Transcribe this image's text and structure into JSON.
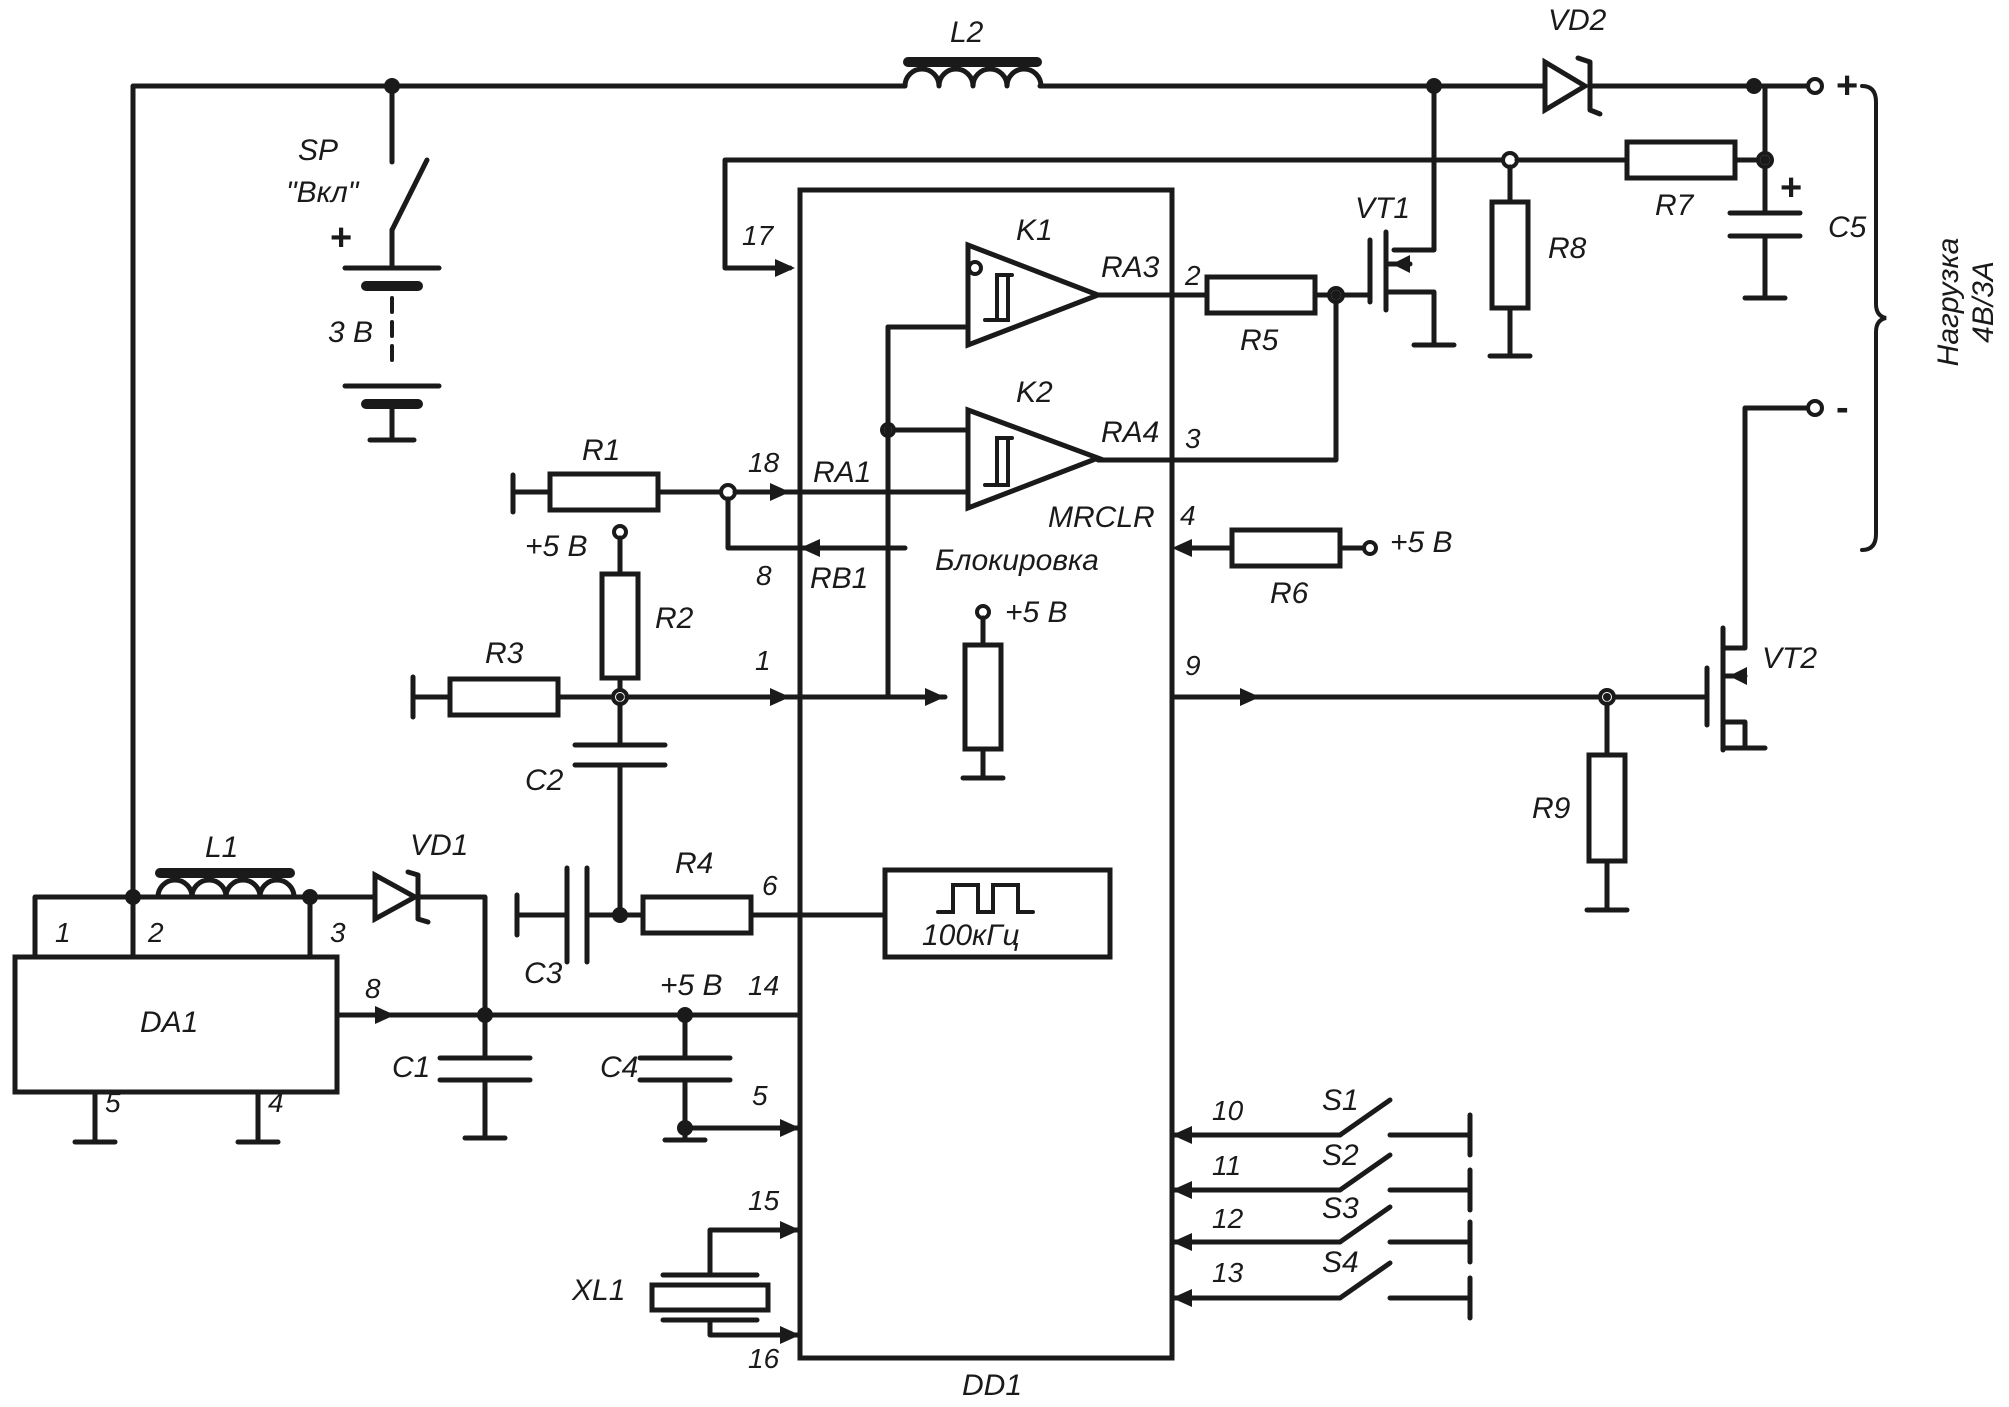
{
  "components": {
    "L1": "L1",
    "L2": "L2",
    "VD1": "VD1",
    "VD2": "VD2",
    "VT1": "VT1",
    "VT2": "VT2",
    "SP": "SP",
    "SP_label": "\"Вкл\"",
    "battery_voltage": "3 В",
    "R1": "R1",
    "R2": "R2",
    "R3": "R3",
    "R4": "R4",
    "R5": "R5",
    "R6": "R6",
    "R7": "R7",
    "R8": "R8",
    "R9": "R9",
    "C1": "C1",
    "C2": "C2",
    "C3": "C3",
    "C4": "C4",
    "C5": "C5",
    "DA1": "DA1",
    "DD1": "DD1",
    "XL1": "XL1",
    "K1": "K1",
    "K2": "K2",
    "S1": "S1",
    "S2": "S2",
    "S3": "S3",
    "S4": "S4"
  },
  "supply": {
    "plus5": "+5 В",
    "plus": "+",
    "minus": "-"
  },
  "dd1_signals": {
    "RA3": "RA3",
    "RA4": "RA4",
    "RA1": "RA1",
    "RB1": "RB1",
    "MRCLR": "MRCLR",
    "block": "Блокировка",
    "osc": "100кГц"
  },
  "pins": {
    "p1": "1",
    "p2": "2",
    "p3": "3",
    "p4": "4",
    "p5": "5",
    "p6": "6",
    "p8": "8",
    "p9": "9",
    "p10": "10",
    "p11": "11",
    "p12": "12",
    "p13": "13",
    "p14": "14",
    "p15": "15",
    "p16": "16",
    "p17": "17",
    "p18": "18"
  },
  "load": {
    "label": "Нагрузка",
    "rating": "4В/3А"
  }
}
